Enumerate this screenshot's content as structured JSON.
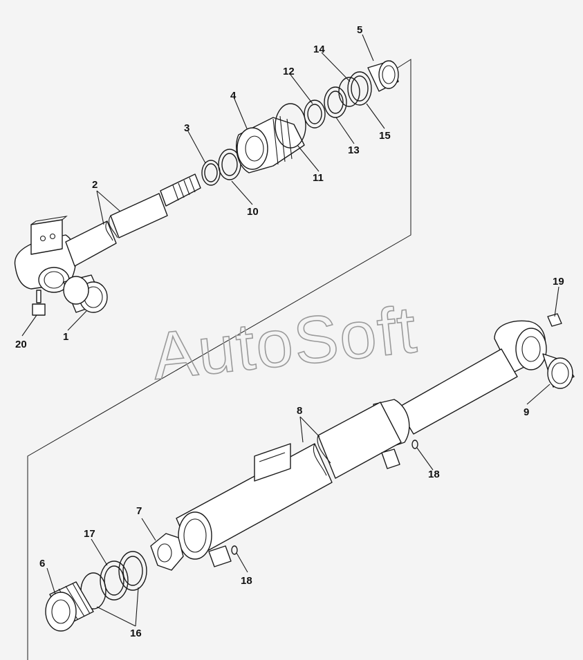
{
  "watermark": "AutoSoft",
  "callouts": {
    "c1": "1",
    "c2": "2",
    "c3": "3",
    "c4": "4",
    "c5": "5",
    "c6": "6",
    "c7": "7",
    "c8": "8",
    "c9": "9",
    "c10": "10",
    "c11": "11",
    "c12": "12",
    "c13": "13",
    "c14": "14",
    "c15": "15",
    "c16": "16",
    "c17": "17",
    "c18a": "18",
    "c18b": "18",
    "c19": "19",
    "c20": "20"
  }
}
